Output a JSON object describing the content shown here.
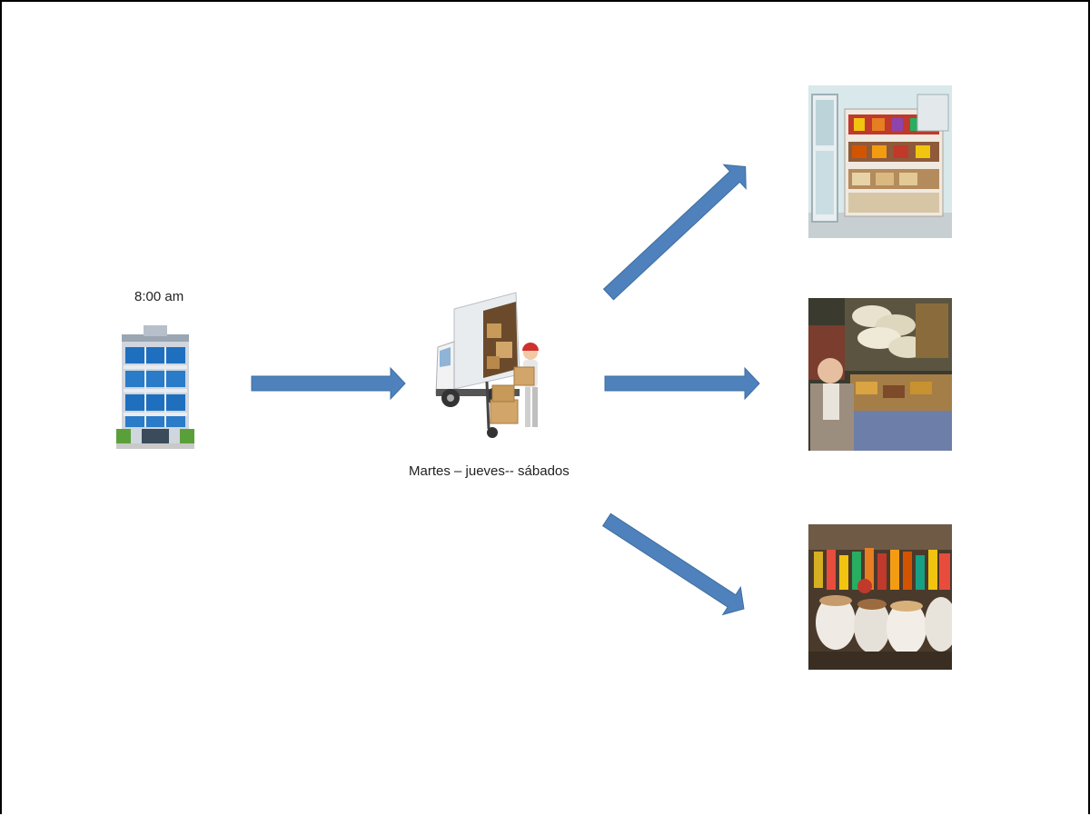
{
  "diagram": {
    "origin": {
      "time_label": "8:00 am",
      "icon": "office-building-icon"
    },
    "transport": {
      "days_label": "Martes – jueves-- sábados",
      "icon": "delivery-truck-icon"
    },
    "destinations": [
      {
        "icon": "grocery-store-shelves-image"
      },
      {
        "icon": "market-vendor-image"
      },
      {
        "icon": "market-stall-products-image"
      }
    ],
    "colors": {
      "arrow_fill": "#4f81bd",
      "arrow_stroke": "#3f6f9f",
      "border": "#000000"
    }
  }
}
